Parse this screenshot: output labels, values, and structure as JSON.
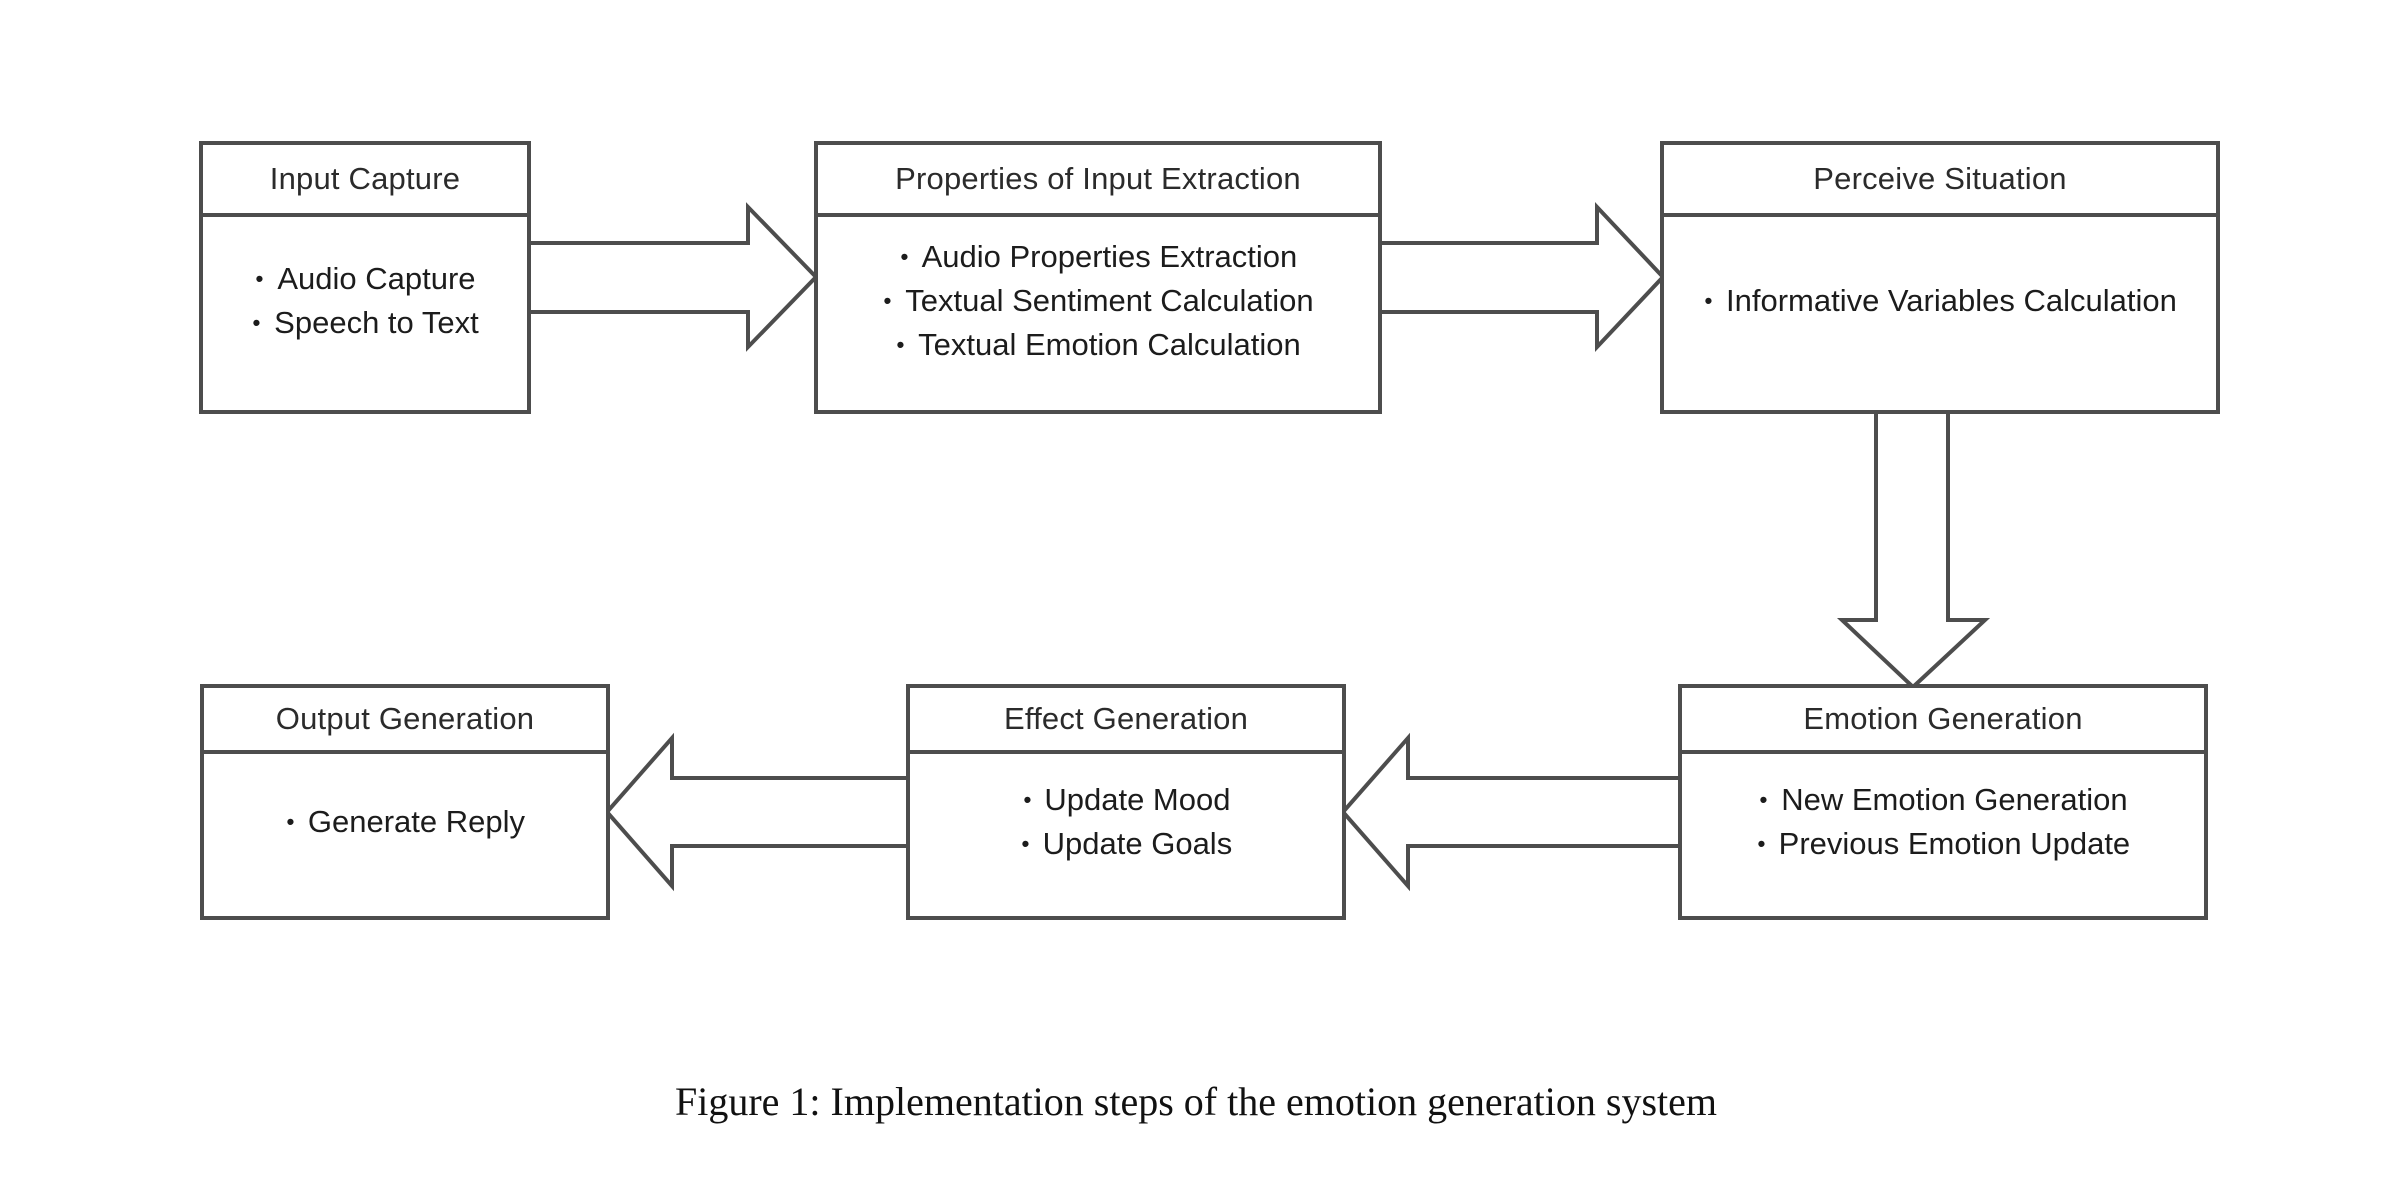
{
  "figure": {
    "caption": "Figure 1: Implementation steps of the emotion generation system"
  },
  "diagram": {
    "bullet_char": "•",
    "border_color": "#4d4d4d",
    "background_color": "#ffffff",
    "boxes": [
      {
        "id": "input-capture",
        "title": "Input Capture",
        "items": [
          "Audio Capture",
          "Speech to Text"
        ]
      },
      {
        "id": "properties-of-input-extraction",
        "title": "Properties of Input Extraction",
        "items": [
          "Audio Properties Extraction",
          "Textual Sentiment Calculation",
          "Textual Emotion Calculation"
        ]
      },
      {
        "id": "perceive-situation",
        "title": "Perceive Situation",
        "items": [
          "Informative Variables Calculation"
        ]
      },
      {
        "id": "emotion-generation",
        "title": "Emotion Generation",
        "items": [
          "New Emotion Generation",
          "Previous Emotion Update"
        ]
      },
      {
        "id": "effect-generation",
        "title": "Effect Generation",
        "items": [
          "Update Mood",
          "Update Goals"
        ]
      },
      {
        "id": "output-generation",
        "title": "Output Generation",
        "items": [
          "Generate Reply"
        ]
      }
    ],
    "connections": [
      {
        "from": "input-capture",
        "to": "properties-of-input-extraction",
        "direction": "right"
      },
      {
        "from": "properties-of-input-extraction",
        "to": "perceive-situation",
        "direction": "right"
      },
      {
        "from": "perceive-situation",
        "to": "emotion-generation",
        "direction": "down"
      },
      {
        "from": "emotion-generation",
        "to": "effect-generation",
        "direction": "left"
      },
      {
        "from": "effect-generation",
        "to": "output-generation",
        "direction": "left"
      }
    ]
  }
}
